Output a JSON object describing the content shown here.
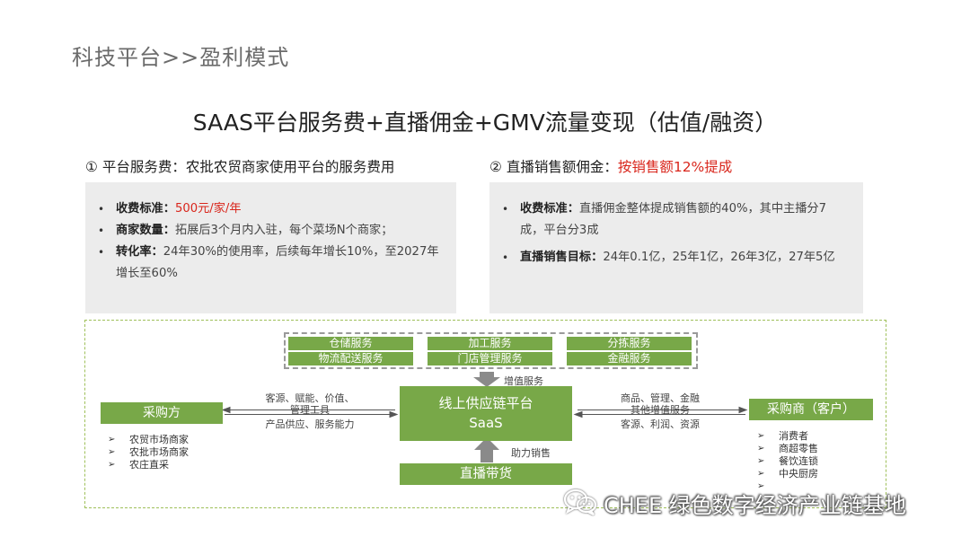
{
  "section_title": "科技平台>>盈利模式",
  "main_title": "SAAS平台服务费+直播佣金+GMV流量变现（估值/融资）",
  "left": {
    "heading": "①  平台服务费：农批农贸商家使用平台的服务费用",
    "bullets": [
      {
        "label": "收费标准：",
        "value": "500元/家/年"
      },
      {
        "label": "商家数量：",
        "value": "拓展后3个月内入驻，每个菜场N个商家；"
      },
      {
        "label": "转化率：",
        "value": "24年30%的使用率，后续每年增长10%，至2027年增长至60%"
      }
    ]
  },
  "right": {
    "heading_prefix": "②  直播销售额佣金：",
    "heading_highlight": "按销售额12%提成",
    "bullets": [
      {
        "label": "收费标准：",
        "value": "直播佣金整体提成销售额的40%，其中主播分7成，平台分3成"
      },
      {
        "label": "直播销售目标：",
        "value": "24年0.1亿，25年1亿，26年3亿，27年5亿"
      }
    ]
  },
  "diagram": {
    "services": [
      "仓储服务",
      "加工服务",
      "分拣服务",
      "物流配送服务",
      "门店管理服务",
      "金融服务"
    ],
    "value_added_label": "增值服务",
    "center_line1": "线上供应链平台",
    "center_line2": "SaaS",
    "live_label": "直播带货",
    "assist_label": "助力销售",
    "buyer_label": "采购方",
    "merchant_label": "采购商（客户）",
    "left_top_line1": "客源、赋能、价值、",
    "left_top_line2": "管理工具",
    "left_bottom": "产品供应、服务能力",
    "right_top_line1": "商品、管理、金融",
    "right_top_line2": "其他增值服务",
    "right_bottom": "客源、利润、资源",
    "buyer_items": [
      "农贸市场商家",
      "农批市场商家",
      "农庄直采"
    ],
    "merchant_items": [
      "消费者",
      "商超零售",
      "餐饮连锁",
      "中央厨房"
    ]
  },
  "watermark": "CHEE 绿色数字经济产业链基地",
  "colors": {
    "green": "#78a848",
    "red": "#d9261c",
    "panel": "#ececec",
    "frame": "#9fc05a"
  }
}
